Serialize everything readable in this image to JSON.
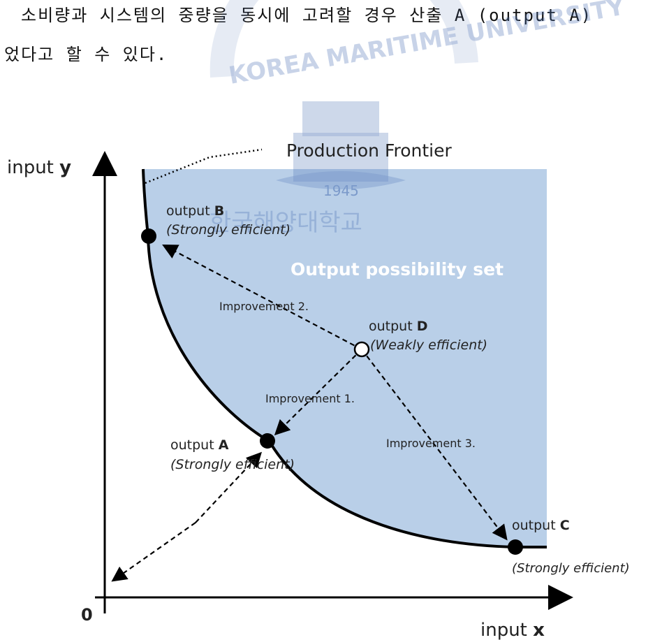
{
  "text": {
    "line1": "소비량과 시스템의 중량을 동시에 고려할 경우 산출 A (output A)",
    "line2": "었다고 할 수 있다."
  },
  "figure": {
    "axis_y": {
      "prefix": "input ",
      "var": "y"
    },
    "axis_x": {
      "prefix": "input ",
      "var": "x"
    },
    "origin": "0",
    "frontier_label": "Production Frontier",
    "region_label": "Output possibility set",
    "points": {
      "A": {
        "prefix": "output ",
        "letter": "A",
        "status": "(Strongly efficient)"
      },
      "B": {
        "prefix": "output ",
        "letter": "B",
        "status": "(Strongly efficient)"
      },
      "C": {
        "prefix": "output ",
        "letter": "C",
        "status": "(Strongly efficient)"
      },
      "D": {
        "prefix": "output ",
        "letter": "D",
        "status": "(Weakly efficient)"
      }
    },
    "improvements": {
      "one": "Improvement 1.",
      "two": "Improvement 2.",
      "three": "Improvement 3."
    },
    "watermark": {
      "name": "KOREA MARITIME UNIVERSITY",
      "year": "1945",
      "korean": "한국해양대학교",
      "color": "#4a6fb3"
    },
    "colors": {
      "region_fill": "#b9cfe8",
      "line": "#000000"
    }
  }
}
